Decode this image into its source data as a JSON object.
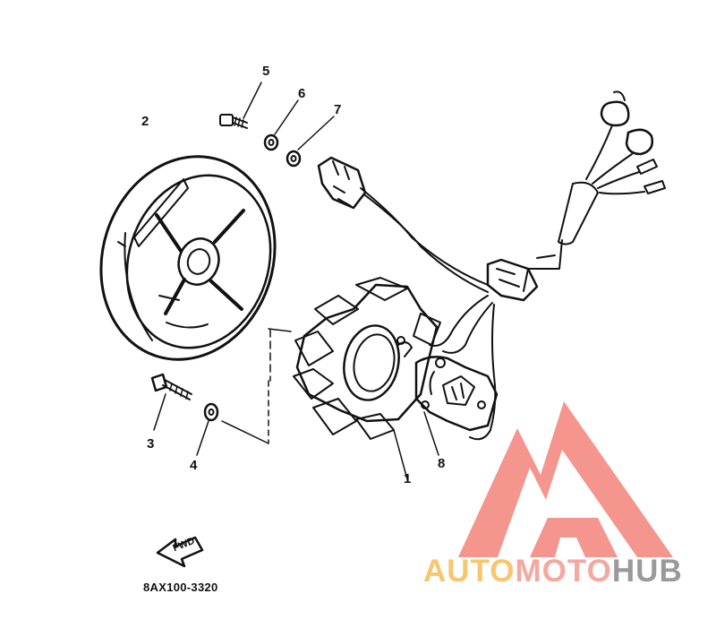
{
  "diagram": {
    "parts": [
      {
        "id": "1",
        "label": "1"
      },
      {
        "id": "2",
        "label": "2"
      },
      {
        "id": "3",
        "label": "3"
      },
      {
        "id": "4",
        "label": "4"
      },
      {
        "id": "5",
        "label": "5"
      },
      {
        "id": "6",
        "label": "6"
      },
      {
        "id": "7",
        "label": "7"
      },
      {
        "id": "8",
        "label": "8"
      }
    ],
    "fwd_arrow_text": "FWD",
    "part_code": "8AX100-3320"
  },
  "watermark": {
    "text_auto": "AUTO",
    "text_moto": "MOTO",
    "text_hub": "HUB",
    "colors": {
      "auto": "#f7c66d",
      "moto": "#f5a8a0",
      "hub": "#9a9a9a",
      "logo": "#f27b72"
    }
  }
}
